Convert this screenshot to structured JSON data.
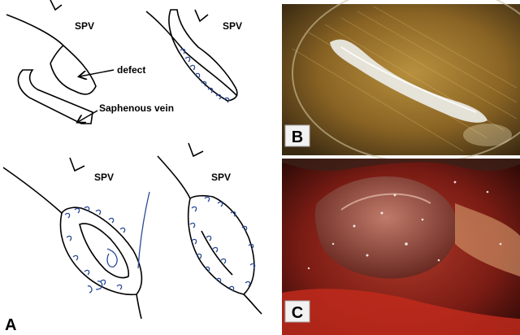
{
  "panel_a": {
    "tag": "A",
    "sketch1": {
      "spv": "SPV",
      "defect": "defect",
      "vein": "Saphenous vein"
    },
    "sketch2": {
      "spv": "SPV"
    },
    "sketch3": {
      "spv": "SPV"
    },
    "sketch4": {
      "spv": "SPV"
    },
    "suture_color": "#2a4a9a"
  },
  "panel_b": {
    "tag": "B"
  },
  "panel_c": {
    "tag": "C"
  }
}
